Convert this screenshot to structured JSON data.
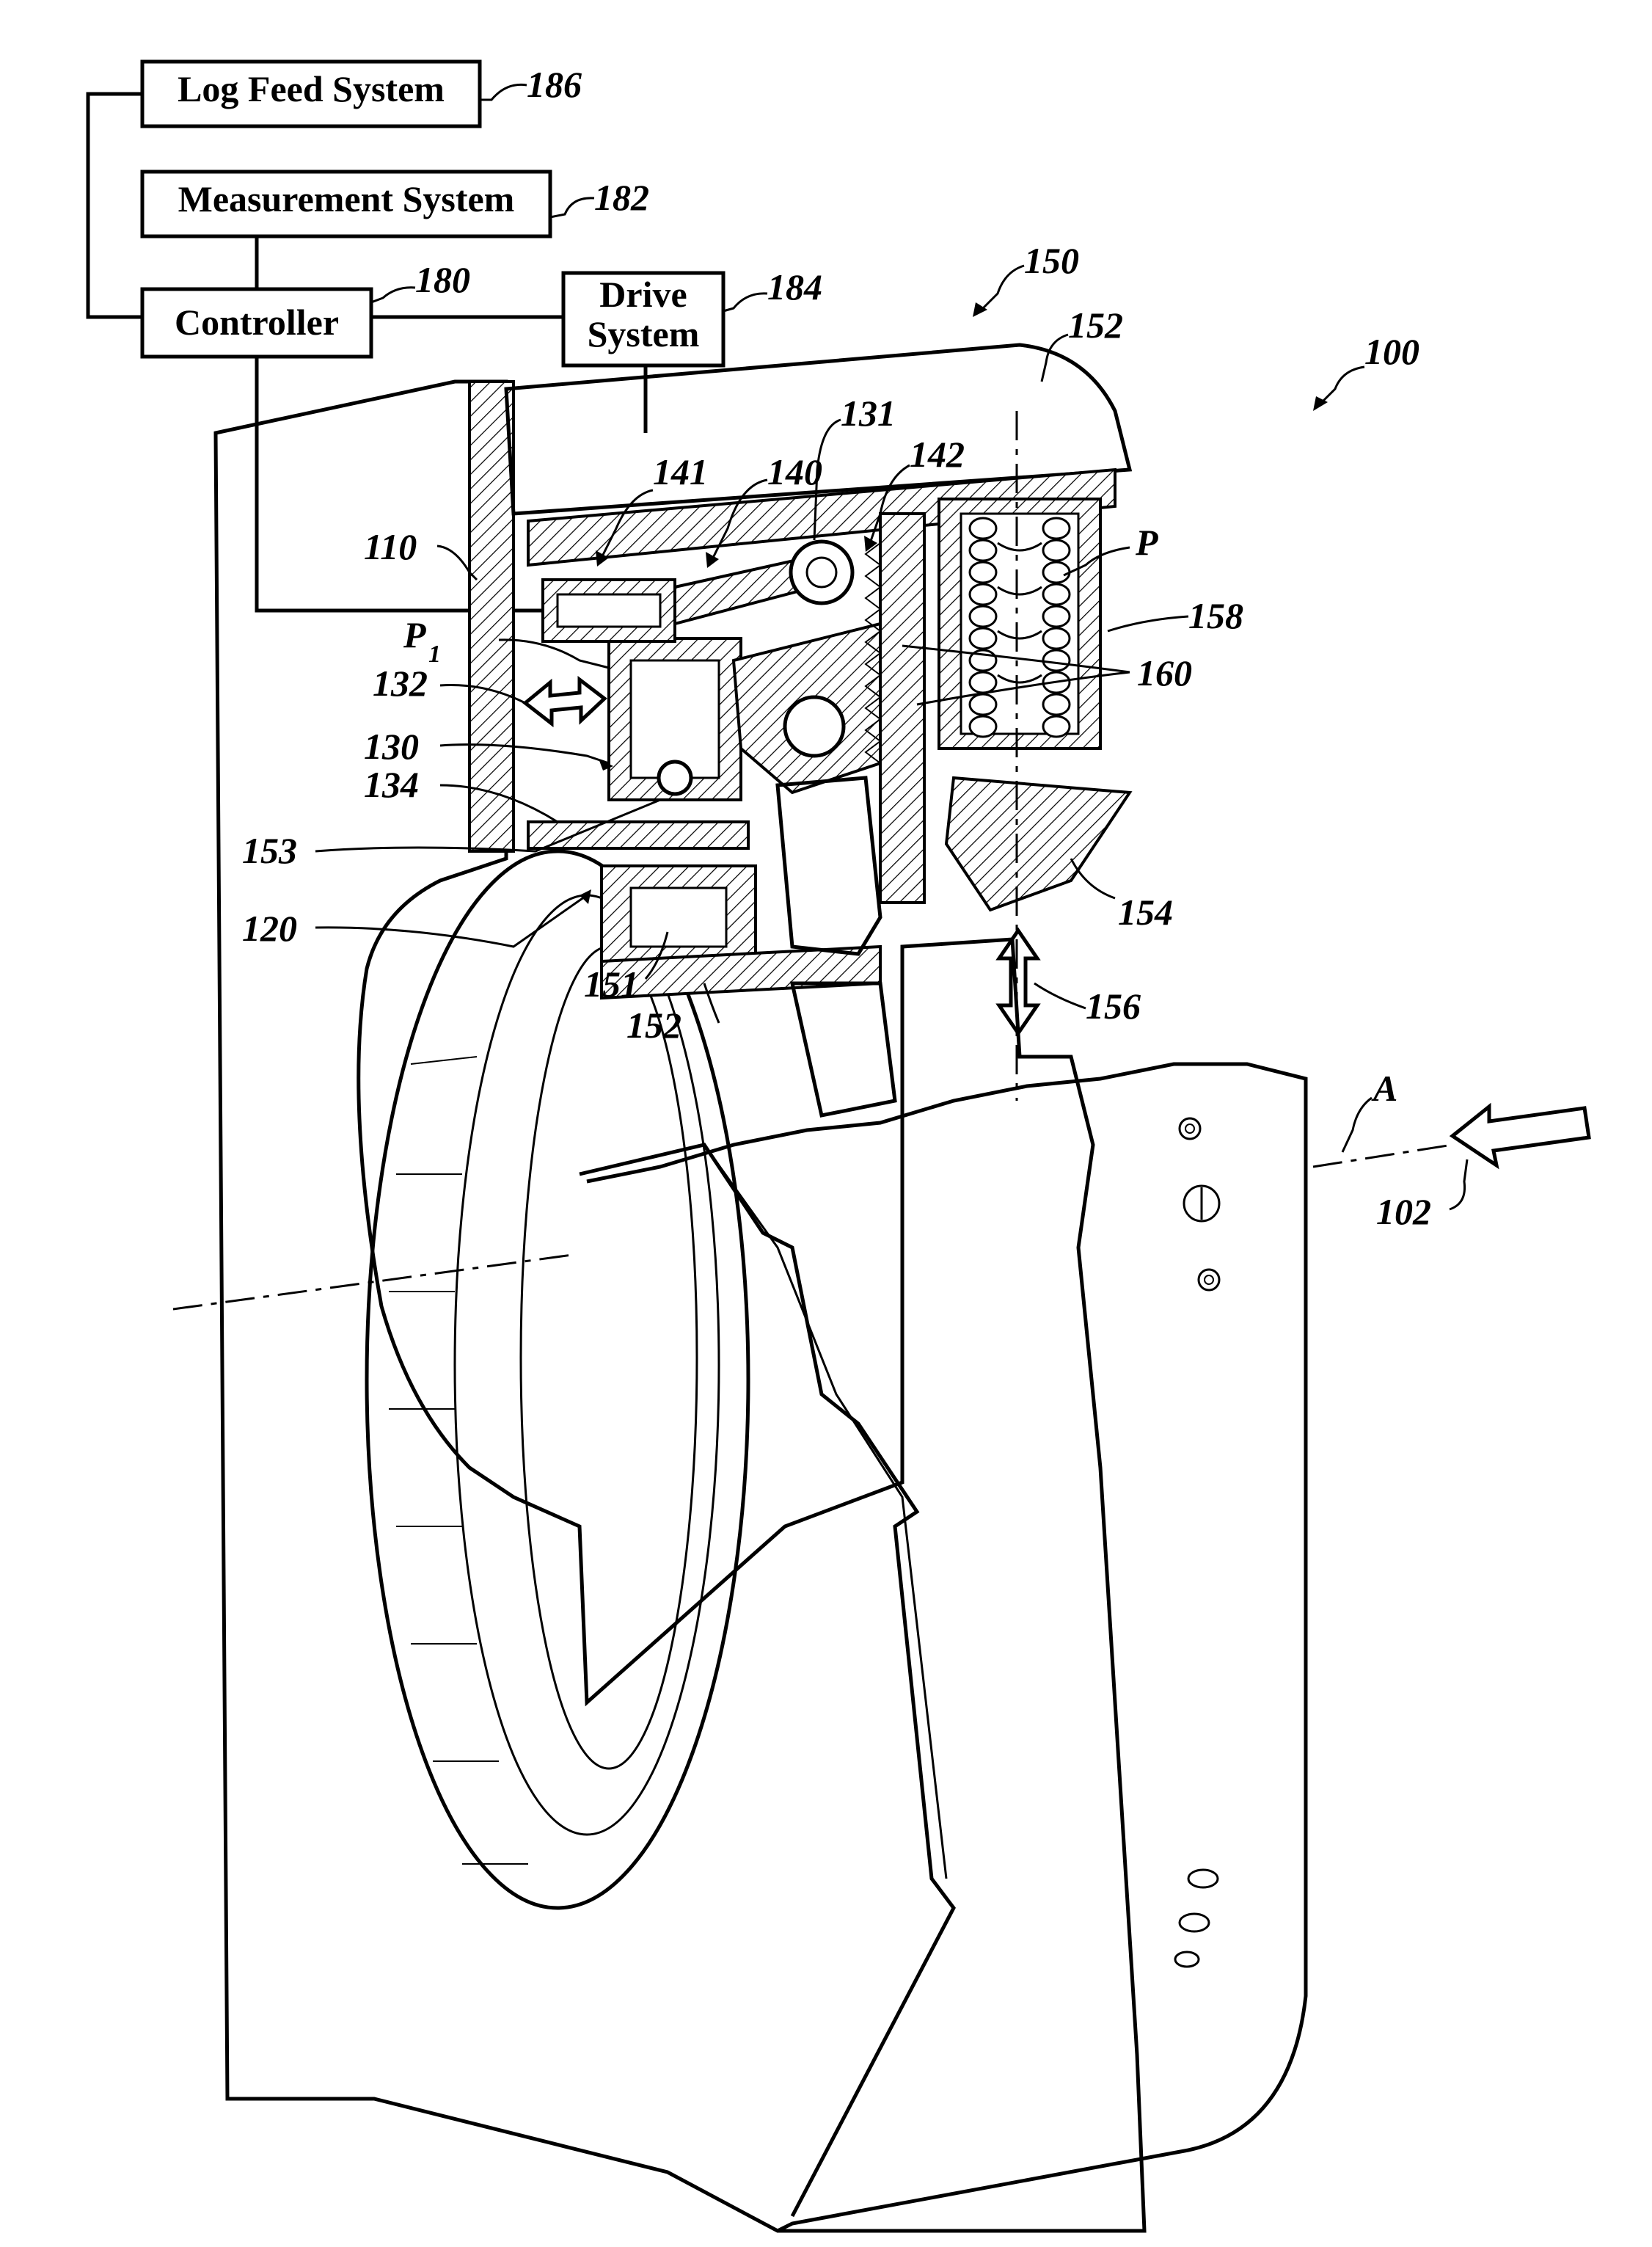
{
  "blocks": {
    "log_feed": "Log Feed System",
    "measurement": "Measurement System",
    "controller": "Controller",
    "drive_line1": "Drive",
    "drive_line2": "System"
  },
  "refs": {
    "r186": "186",
    "r182": "182",
    "r180": "180",
    "r184": "184",
    "r150": "150",
    "r152a": "152",
    "r100": "100",
    "r141": "141",
    "r140": "140",
    "r131": "131",
    "r142": "142",
    "r110": "110",
    "rP": "P",
    "r158": "158",
    "rP1": "P",
    "rP1sub": "1",
    "r132": "132",
    "r160": "160",
    "r130": "130",
    "r134": "134",
    "r153": "153",
    "r154": "154",
    "r120": "120",
    "r151": "151",
    "r156": "156",
    "r152b": "152",
    "rA": "A",
    "r102": "102"
  }
}
